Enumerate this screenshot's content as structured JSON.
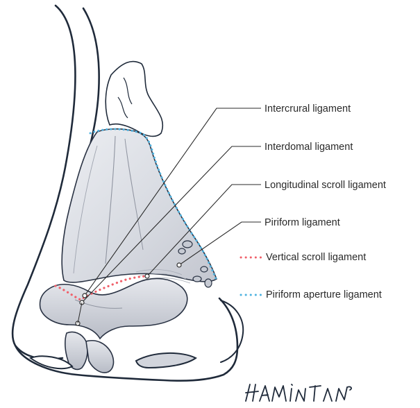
{
  "labels": {
    "intercrural": "Intercrural ligament",
    "interdomal": "Interdomal ligament",
    "longitudinal_scroll": "Longitudinal scroll ligament",
    "piriform": "Piriform ligament"
  },
  "legend": [
    {
      "label": "Vertical scroll ligament",
      "color": "#f0606a",
      "style": "dotted-line"
    },
    {
      "label": "Piriform aperture ligament",
      "color": "#4fb3e0",
      "style": "dotted-line"
    }
  ],
  "colors": {
    "outline": "#1f2a3a",
    "cartilage": "#dcdee4",
    "cartilage_shadow": "#b9bcc6",
    "leader": "#2a2a2a"
  },
  "signature": "HAMILTON"
}
